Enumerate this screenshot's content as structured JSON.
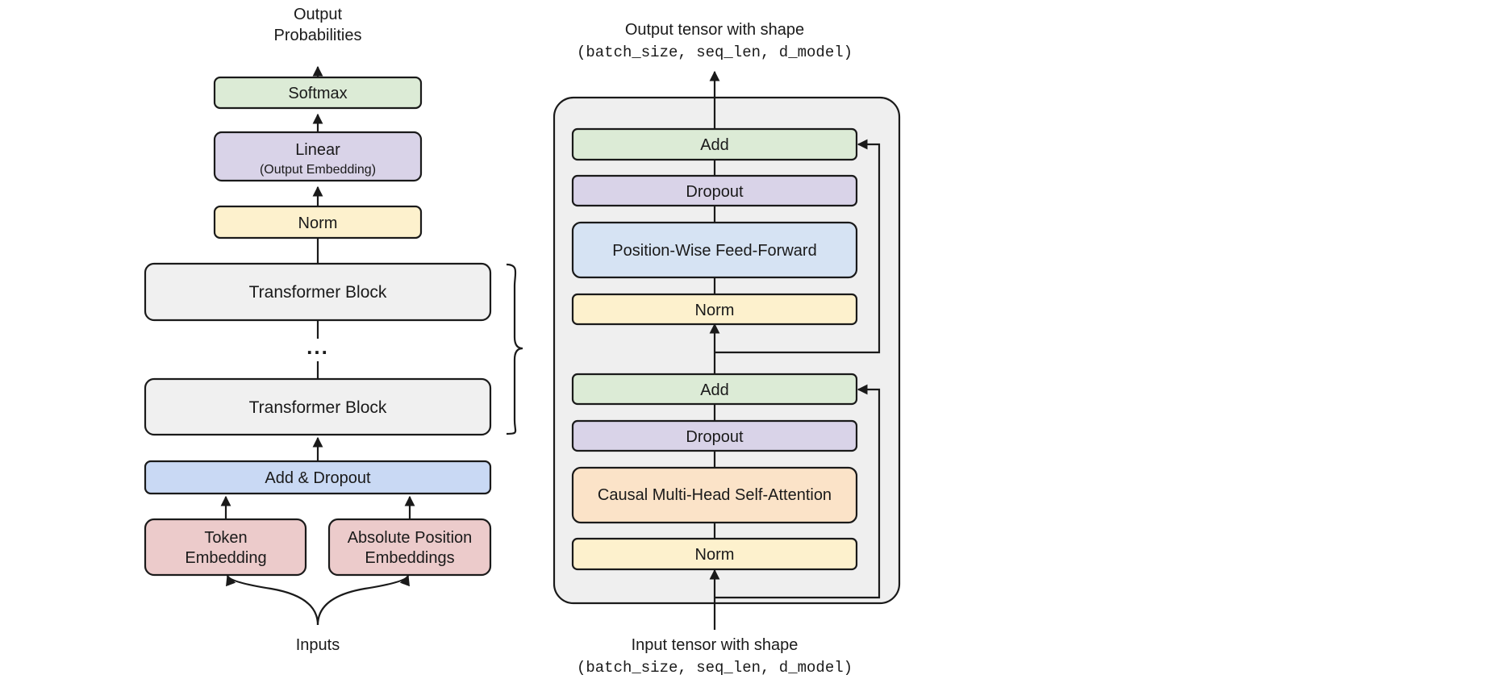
{
  "colors": {
    "green": "#dcebd6",
    "purple": "#d9d3e8",
    "yellow": "#fdf1cd",
    "gray": "#f0f0f0",
    "blue": "#c9d9f4",
    "pink": "#eccbcb",
    "light_blue": "#d6e3f3",
    "peach": "#fbe3c8",
    "panel": "#efefef",
    "stroke": "#1a1a1a"
  },
  "left": {
    "output_label_line1": "Output",
    "output_label_line2": "Probabilities",
    "softmax": "Softmax",
    "linear_line1": "Linear",
    "linear_line2": "(Output Embedding)",
    "norm": "Norm",
    "block_top": "Transformer Block",
    "ellipsis": "...",
    "block_bottom": "Transformer Block",
    "add_dropout": "Add & Dropout",
    "token_line1": "Token",
    "token_line2": "Embedding",
    "position_line1": "Absolute Position",
    "position_line2": "Embeddings",
    "inputs_label": "Inputs"
  },
  "right": {
    "output_label_line1": "Output tensor with shape",
    "output_label_line2": "(batch_size, seq_len, d_model)",
    "add_top": "Add",
    "dropout_top": "Dropout",
    "feed_forward": "Position-Wise Feed-Forward",
    "norm_top": "Norm",
    "add_bottom": "Add",
    "dropout_bottom": "Dropout",
    "attention": "Causal Multi-Head Self-Attention",
    "norm_bottom": "Norm",
    "input_label_line1": "Input tensor with shape",
    "input_label_line2": "(batch_size, seq_len, d_model)"
  }
}
